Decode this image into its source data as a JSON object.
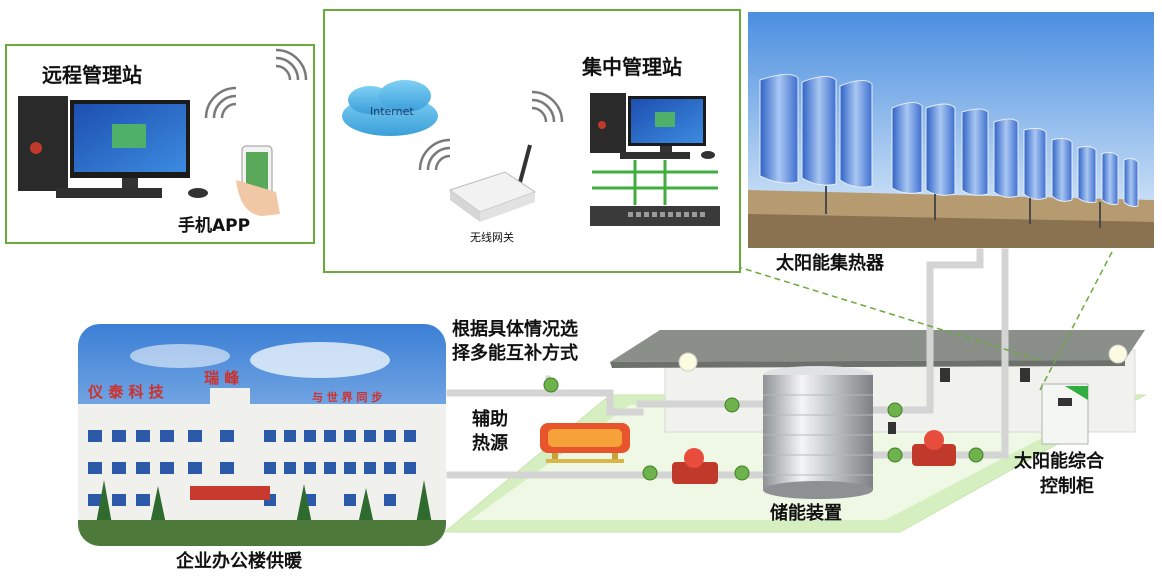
{
  "labels": {
    "remote_station": "远程管理站",
    "mobile_app": "手机APP",
    "central_station": "集中管理站",
    "internet": "Internet",
    "wireless_gateway": "无线网关",
    "solar_collector": "太阳能集热器",
    "mode_note_line1": "根据具体情况选",
    "mode_note_line2": "择多能互补方式",
    "aux_heat_line1": "辅助",
    "aux_heat_line2": "热源",
    "storage": "储能装置",
    "control_line1": "太阳能综合",
    "control_line2": "控制柜",
    "office_heating": "企业办公楼供暖",
    "building_sign_left": "仪 泰 科 技",
    "building_sign_mid": "瑞 峰",
    "building_sign_right": "与 世 界 同 步"
  },
  "colors": {
    "frame_green": "#6aaa3c",
    "floor_green": "#d6efc0",
    "roof_gray": "#8a8f8a",
    "pipe_gray": "#d9d9d9",
    "pump_red": "#c0392b",
    "sky_blue": "#5a9be0",
    "sign_red": "#d0302a"
  }
}
